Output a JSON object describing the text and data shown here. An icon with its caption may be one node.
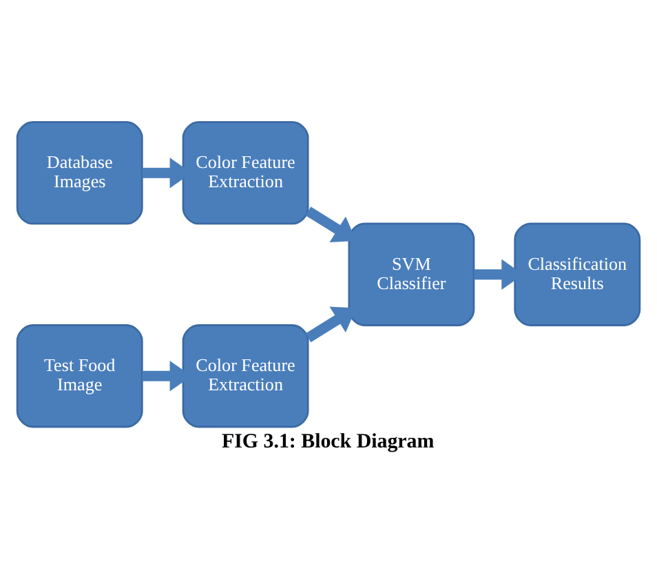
{
  "diagram": {
    "caption": "FIG 3.1: Block Diagram",
    "nodes": [
      {
        "text": [
          "Database Images"
        ]
      },
      {
        "text": [
          "Color Feature Extraction"
        ]
      },
      {
        "text": [
          "SVM Classifier"
        ]
      },
      {
        "text": [
          "Classification Results"
        ]
      },
      {
        "text": [
          "Test Food Image"
        ]
      },
      {
        "text": [
          "Color Feature Extraction"
        ]
      }
    ],
    "edges": [
      {
        "from": 0,
        "to": 1,
        "arrow": "to"
      },
      {
        "from": 1,
        "to": 2,
        "arrow": "to"
      },
      {
        "from": 4,
        "to": 5,
        "arrow": "to"
      },
      {
        "from": 5,
        "to": 2,
        "arrow": "to"
      },
      {
        "from": 2,
        "to": 3,
        "arrow": "to"
      }
    ]
  }
}
